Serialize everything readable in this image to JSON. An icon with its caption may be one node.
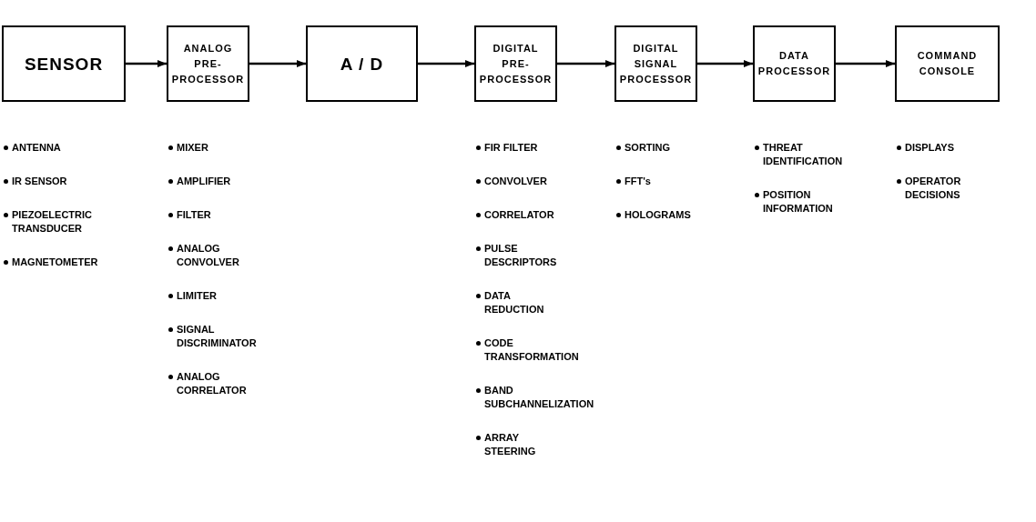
{
  "diagram": {
    "nodes": [
      {
        "text": [
          "SENSOR"
        ],
        "beside": [
          "ANTENNA",
          "IR SENSOR",
          "PIEZOELECTRIC TRANSDUCER",
          "MAGNETOMETER"
        ]
      },
      {
        "text": [
          "ANALOG PRE- PROCESSOR"
        ],
        "beside": [
          "MIXER",
          "AMPLIFIER",
          "FILTER",
          "ANALOG CONVOLVER",
          "LIMITER",
          "SIGNAL DISCRIMINATOR",
          "ANALOG CORRELATOR"
        ]
      },
      {
        "text": [
          "A / D"
        ]
      },
      {
        "text": [
          "DIGITAL PRE- PROCESSOR"
        ],
        "beside": [
          "FIR FILTER",
          "CONVOLVER",
          "CORRELATOR",
          "PULSE DESCRIPTORS",
          "DATA REDUCTION",
          "CODE TRANSFORMATION",
          "BAND SUBCHANNELIZATION",
          "ARRAY STEERING"
        ]
      },
      {
        "text": [
          "DIGITAL SIGNAL PROCESSOR"
        ],
        "beside": [
          "SORTING",
          "FFT's",
          "HOLOGRAMS"
        ]
      },
      {
        "text": [
          "DATA PROCESSOR"
        ],
        "beside": [
          "THREAT IDENTIFICATION",
          "POSITION INFORMATION"
        ]
      },
      {
        "text": [
          "COMMAND CONSOLE"
        ],
        "beside": [
          "DISPLAYS",
          "OPERATOR DECISIONS"
        ]
      }
    ],
    "edges": [
      {
        "from": 0,
        "to": 1,
        "arrow": "to"
      },
      {
        "from": 1,
        "to": 2,
        "arrow": "to"
      },
      {
        "from": 2,
        "to": 3,
        "arrow": "to"
      },
      {
        "from": 3,
        "to": 4,
        "arrow": "to"
      },
      {
        "from": 4,
        "to": 5,
        "arrow": "to"
      },
      {
        "from": 5,
        "to": 6,
        "arrow": "to"
      }
    ]
  }
}
